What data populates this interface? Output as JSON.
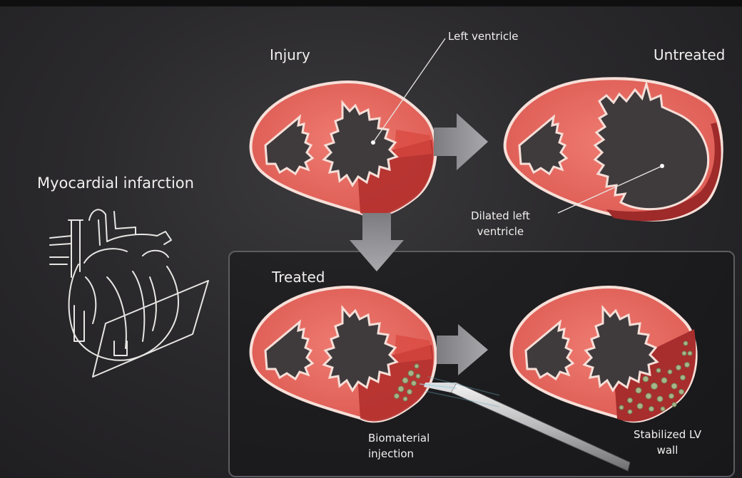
{
  "title": "Myocardial infarction",
  "stages": {
    "injury": "Injury",
    "untreated": "Untreated",
    "treated": "Treated"
  },
  "annotations": {
    "left_ventricle": "Left ventricle",
    "dilated_left_ventricle": "Dilated left\nventricle",
    "biomaterial_injection": "Biomaterial\ninjection",
    "stabilized_lv_wall": "Stabilized LV\nwall"
  },
  "colors": {
    "background": "#2a292c",
    "myocardium": "#e8675e",
    "myocardium_rim": "#f5ddd6",
    "infarct": "#b8302f",
    "cavity": "#3f3b3d",
    "arrow": "#8f8e92",
    "biomaterial": "#a7b58a"
  }
}
